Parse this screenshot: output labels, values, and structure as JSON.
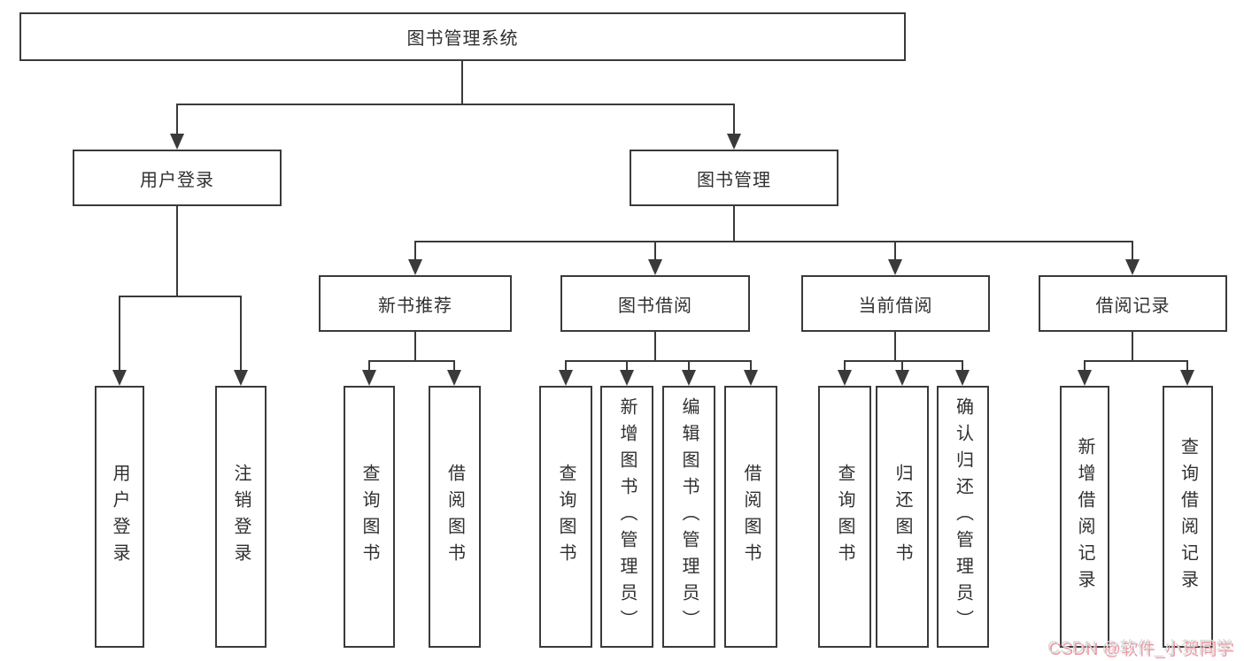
{
  "diagram": {
    "root": {
      "label": "图书管理系统"
    },
    "level1": {
      "login": {
        "label": "用户登录"
      },
      "management": {
        "label": "图书管理"
      }
    },
    "level2": {
      "new_books": {
        "label": "新书推荐"
      },
      "book_borrow": {
        "label": "图书借阅"
      },
      "current_borrow": {
        "label": "当前借阅"
      },
      "borrow_records": {
        "label": "借阅记录"
      }
    },
    "leaves": {
      "login": [
        "用户登录",
        "注销登录"
      ],
      "new_books": [
        "查询图书",
        "借阅图书"
      ],
      "book_borrow": [
        "查询图书",
        "新增图书（管理员）",
        "编辑图书（管理员）",
        "借阅图书"
      ],
      "current_borrow": [
        "查询图书",
        "归还图书",
        "确认归还（管理员）"
      ],
      "borrow_records": [
        "新增借阅记录",
        "查询借阅记录"
      ]
    }
  },
  "watermark": {
    "text": "CSDN @软件_小贺同学"
  },
  "colors": {
    "line": "#3a3a3a",
    "text": "#303030",
    "background": "#ffffff",
    "watermark_text": "#d9d9d9",
    "watermark_shadow": "#f0929e"
  }
}
